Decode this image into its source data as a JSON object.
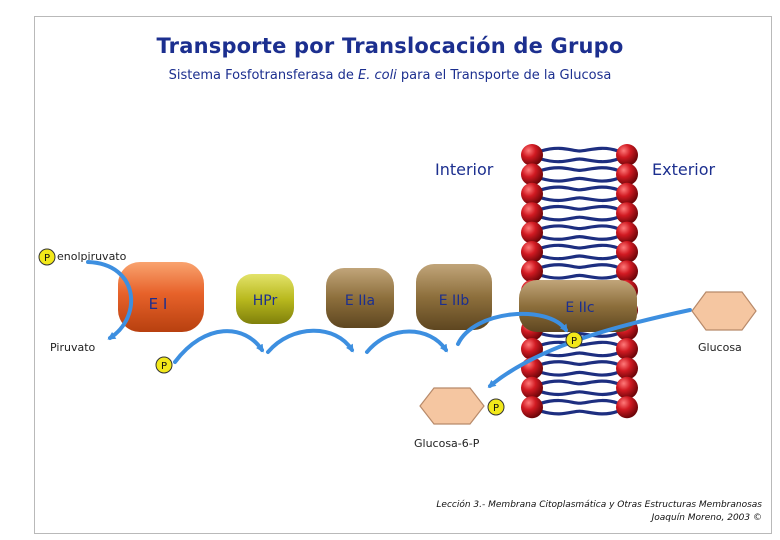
{
  "title": "Transporte por Translocación de Grupo",
  "subtitle": {
    "before": "Sistema Fosfotransferasa de ",
    "italic": "E. coli",
    "after": " para el Transporte de la Glucosa"
  },
  "labels": {
    "interior": "Interior",
    "exterior": "Exterior",
    "fosfoenolpiruvato": "enolpiruvato",
    "piruvato": "Piruvato",
    "glucosa": "Glucosa",
    "glucosa6p": "Glucosa-6-P"
  },
  "proteins": {
    "ei": "E I",
    "hpr": "HPr",
    "eiia": "E IIa",
    "eiib": "E IIb",
    "eiic": "E IIc"
  },
  "phosphate": "P",
  "credit": {
    "line1": "Lección 3.- Membrana Citoplasmática y Otras Estructuras Membranosas",
    "line2": "Joaquín Moreno, 2003 ©"
  },
  "colors": {
    "title": "#1c2f8f",
    "ei": "#e8622a",
    "hpr": "#b9b91e",
    "eii": "#8d6f3c",
    "lipid_head": "#c8141e",
    "lipid_tail": "#1d2e80",
    "arrow": "#3d8fe0",
    "phosphate": "#f2e81a",
    "hexagon": "#f5c6a1"
  }
}
